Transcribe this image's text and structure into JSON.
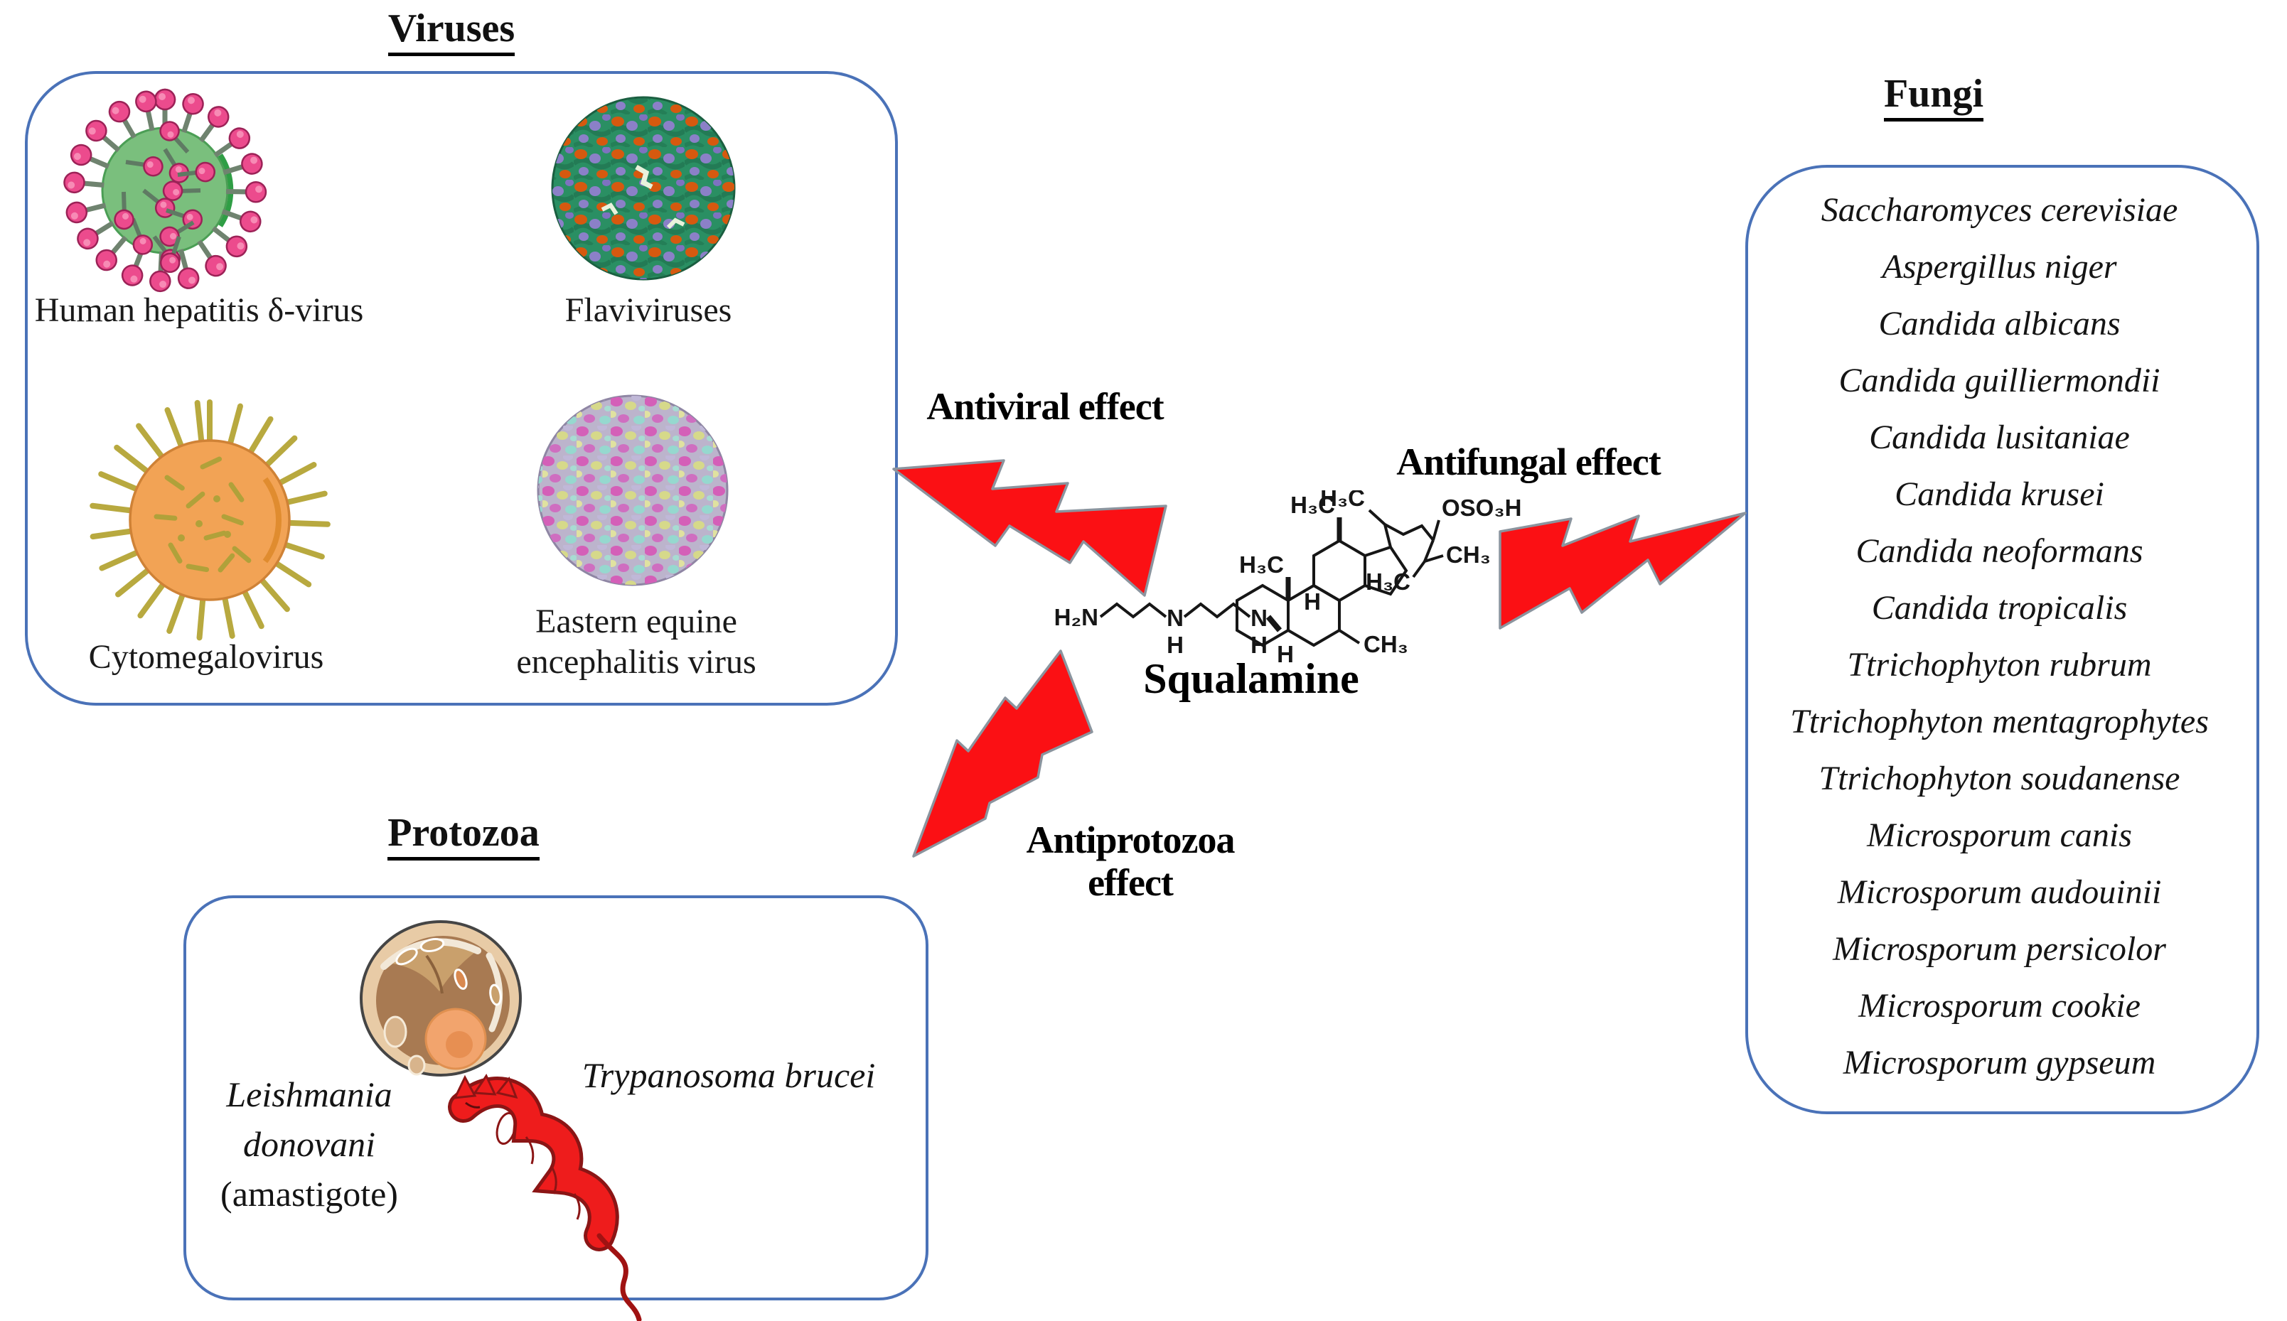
{
  "viruses": {
    "title": "Viruses",
    "hdv": "Human hepatitis δ-virus",
    "flaviviruses": "Flaviviruses",
    "cytomegalovirus": "Cytomegalovirus",
    "eeev_line1": "Eastern equine",
    "eeev_line2": "encephalitis virus"
  },
  "fungi": {
    "title": "Fungi",
    "species": [
      "Saccharomyces cerevisiae",
      "Aspergillus niger",
      "Candida albicans",
      "Candida guilliermondii",
      "Candida lusitaniae",
      "Candida krusei",
      "Candida neoformans",
      "Candida tropicalis",
      "Ttrichophyton rubrum",
      "Ttrichophyton mentagrophytes",
      "Ttrichophyton soudanense",
      "Microsporum canis",
      "Microsporum audouinii",
      "Microsporum persicolor",
      "Microsporum cookie",
      "Microsporum gypseum"
    ]
  },
  "protozoa": {
    "title": "Protozoa",
    "leishmania_line1": "Leishmania",
    "leishmania_line2": "donovani",
    "leishmania_note": "(amastigote)",
    "trypanosoma": "Trypanosoma brucei"
  },
  "center": {
    "compound": "Squalamine",
    "antiviral_label": "Antiviral effect",
    "antifungal_label": "Antifungal effect",
    "antiprotozoa_label": "Antiprotozoa effect",
    "structure_labels": {
      "amine": "H₂N",
      "nitrogen": "N",
      "hydrogen": "H",
      "methyl_h3c": "H₃C",
      "methyl_ch3": "CH₃",
      "sulfate": "OSO₃H"
    }
  },
  "colors": {
    "box_border": "#4a72b8",
    "bolt_fill": "#fb1014",
    "bolt_outline": "#8b949e",
    "hdv_body": "#7abf7d",
    "hdv_spike_head": "#ec4b8d",
    "cmv_body": "#f2a355",
    "cmv_spike": "#b8a93f",
    "flavivirus_base": "#2a8f63",
    "eeev_base": "#bcb4cc"
  }
}
